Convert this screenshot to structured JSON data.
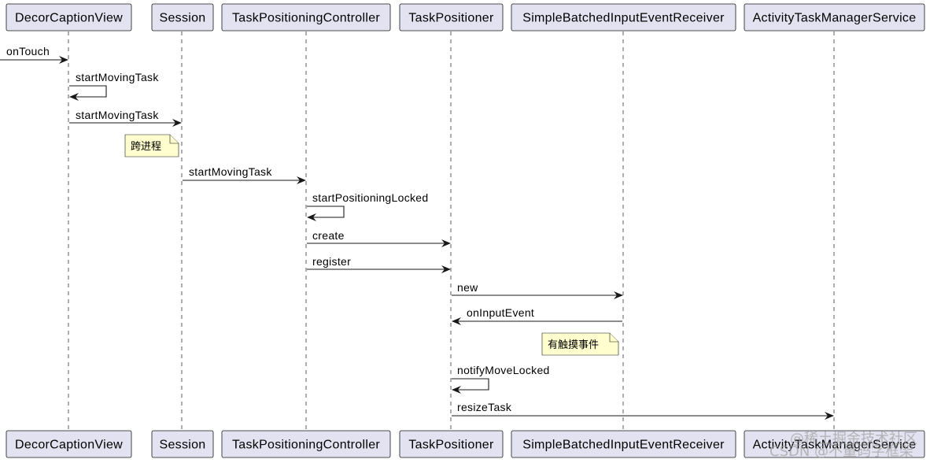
{
  "participants": [
    {
      "id": "dcv",
      "name": "DecorCaptionView"
    },
    {
      "id": "session",
      "name": "Session"
    },
    {
      "id": "tpc",
      "name": "TaskPositioningController"
    },
    {
      "id": "tp",
      "name": "TaskPositioner"
    },
    {
      "id": "sbier",
      "name": "SimpleBatchedInputEventReceiver"
    },
    {
      "id": "atms",
      "name": "ActivityTaskManagerService"
    }
  ],
  "messages": [
    {
      "from": null,
      "to": "dcv",
      "label": "onTouch"
    },
    {
      "from": "dcv",
      "to": "dcv",
      "label": "startMovingTask"
    },
    {
      "from": "dcv",
      "to": "session",
      "label": "startMovingTask"
    },
    {
      "note": "跨进程",
      "over": "session"
    },
    {
      "from": "session",
      "to": "tpc",
      "label": "startMovingTask"
    },
    {
      "from": "tpc",
      "to": "tpc",
      "label": "startPositioningLocked"
    },
    {
      "from": "tpc",
      "to": "tp",
      "label": "create"
    },
    {
      "from": "tpc",
      "to": "tp",
      "label": "register"
    },
    {
      "from": "tp",
      "to": "sbier",
      "label": "new"
    },
    {
      "from": "sbier",
      "to": "tp",
      "label": "onInputEvent"
    },
    {
      "note": "有触摸事件",
      "over": "sbier"
    },
    {
      "from": "tp",
      "to": "tp",
      "label": "notifyMoveLocked"
    },
    {
      "from": "tp",
      "to": "atms",
      "label": "resizeTask"
    }
  ],
  "watermark": "CSDN @不量码字框架",
  "watermark_top": "@稀土掘金技术社区"
}
